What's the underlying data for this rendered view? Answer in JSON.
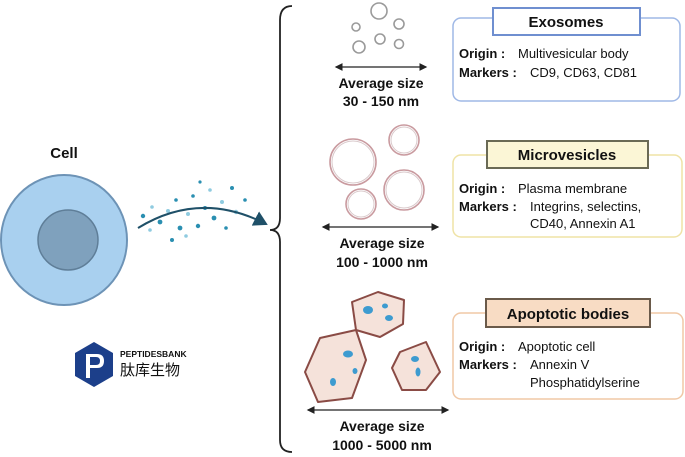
{
  "cell": {
    "label": "Cell"
  },
  "logo": {
    "brand": "PEPTIDESBANK",
    "chinese": "肽库生物"
  },
  "categories": [
    {
      "title": "Exosomes",
      "origin_label": "Origin :",
      "origin_value": "Multivesicular body",
      "markers_label": "Markers :",
      "markers_lines": [
        "CD9, CD63, CD81"
      ],
      "size_label": "Average size",
      "size_range": "30 - 150 nm",
      "colors": {
        "border": "#9fb8e6",
        "title_bg": "#ffffff",
        "title_border": "#6f8fd0"
      }
    },
    {
      "title": "Microvesicles",
      "origin_label": "Origin :",
      "origin_value": "Plasma membrane",
      "markers_label": "Markers :",
      "markers_lines": [
        "Integrins, selectins,",
        "CD40, Annexin A1"
      ],
      "size_label": "Average size",
      "size_range": "100 - 1000 nm",
      "colors": {
        "border": "#efe3a6",
        "title_bg": "#fbf6d6",
        "title_border": "#6a6a55"
      }
    },
    {
      "title": "Apoptotic bodies",
      "origin_label": "Origin :",
      "origin_value": "Apoptotic cell",
      "markers_label": "Markers :",
      "markers_lines": [
        "Annexin V",
        "Phosphatidylserine"
      ],
      "size_label": "Average size",
      "size_range": "1000 - 5000 nm",
      "colors": {
        "border": "#f0c8a6",
        "title_bg": "#f8dcc4",
        "title_border": "#6a5a4a"
      }
    }
  ]
}
